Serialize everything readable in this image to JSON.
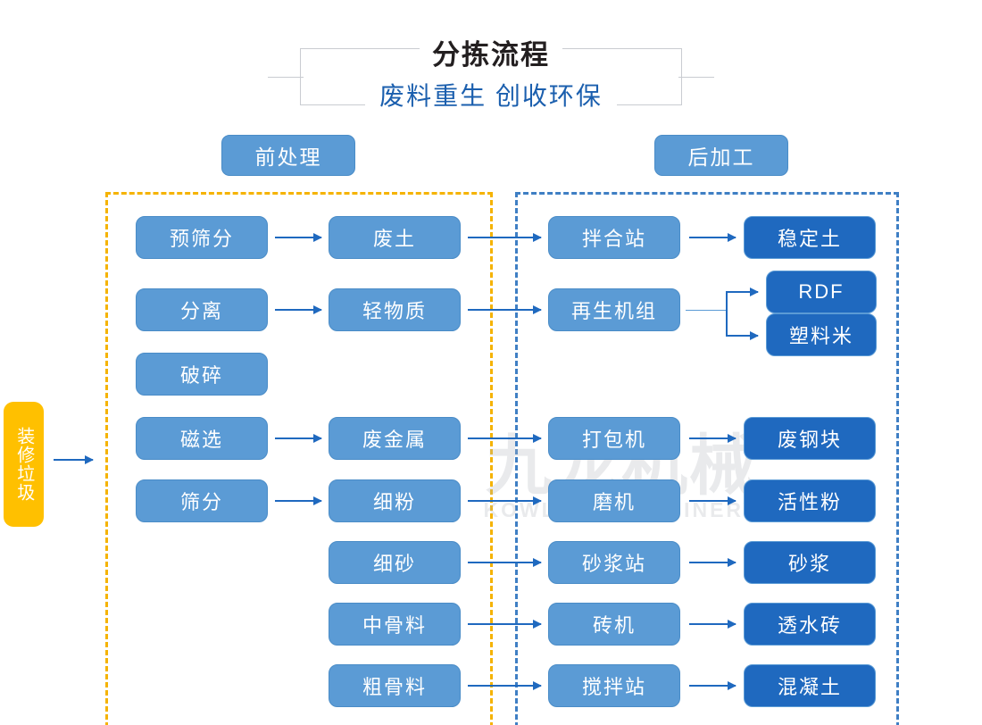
{
  "title": {
    "main": "分拣流程",
    "sub": "废料重生 创收环保"
  },
  "sections": {
    "pre": "前处理",
    "post": "后加工"
  },
  "feed": {
    "label": "装修垃圾"
  },
  "watermark": {
    "cn": "九龙机械",
    "en": "KOWLOONMACHINERY"
  },
  "nodes": {
    "pre_process": [
      {
        "label": "预筛分"
      },
      {
        "label": "分离"
      },
      {
        "label": "破碎"
      },
      {
        "label": "磁选"
      },
      {
        "label": "筛分"
      }
    ],
    "materials": [
      {
        "label": "废土"
      },
      {
        "label": "轻物质"
      },
      {
        "label": "废金属"
      },
      {
        "label": "细粉"
      },
      {
        "label": "细砂"
      },
      {
        "label": "中骨料"
      },
      {
        "label": "粗骨料"
      }
    ],
    "equipment": [
      {
        "label": "拌合站"
      },
      {
        "label": "再生机组"
      },
      {
        "label": "打包机"
      },
      {
        "label": "磨机"
      },
      {
        "label": "砂浆站"
      },
      {
        "label": "砖机"
      },
      {
        "label": "搅拌站"
      }
    ],
    "products": [
      {
        "label": "稳定土"
      },
      {
        "label": "RDF"
      },
      {
        "label": "塑料米"
      },
      {
        "label": "废钢块"
      },
      {
        "label": "活性粉"
      },
      {
        "label": "砂浆"
      },
      {
        "label": "透水砖"
      },
      {
        "label": "混凝土"
      }
    ]
  },
  "colors": {
    "light_blue": "#5b9bd5",
    "dark_blue": "#1f69bf",
    "accent_yellow": "#ffc000",
    "dashed_orange": "#f5b301",
    "dashed_blue": "#3f7fc4",
    "title_text": "#231f20",
    "subtitle_text": "#1b5fae"
  }
}
